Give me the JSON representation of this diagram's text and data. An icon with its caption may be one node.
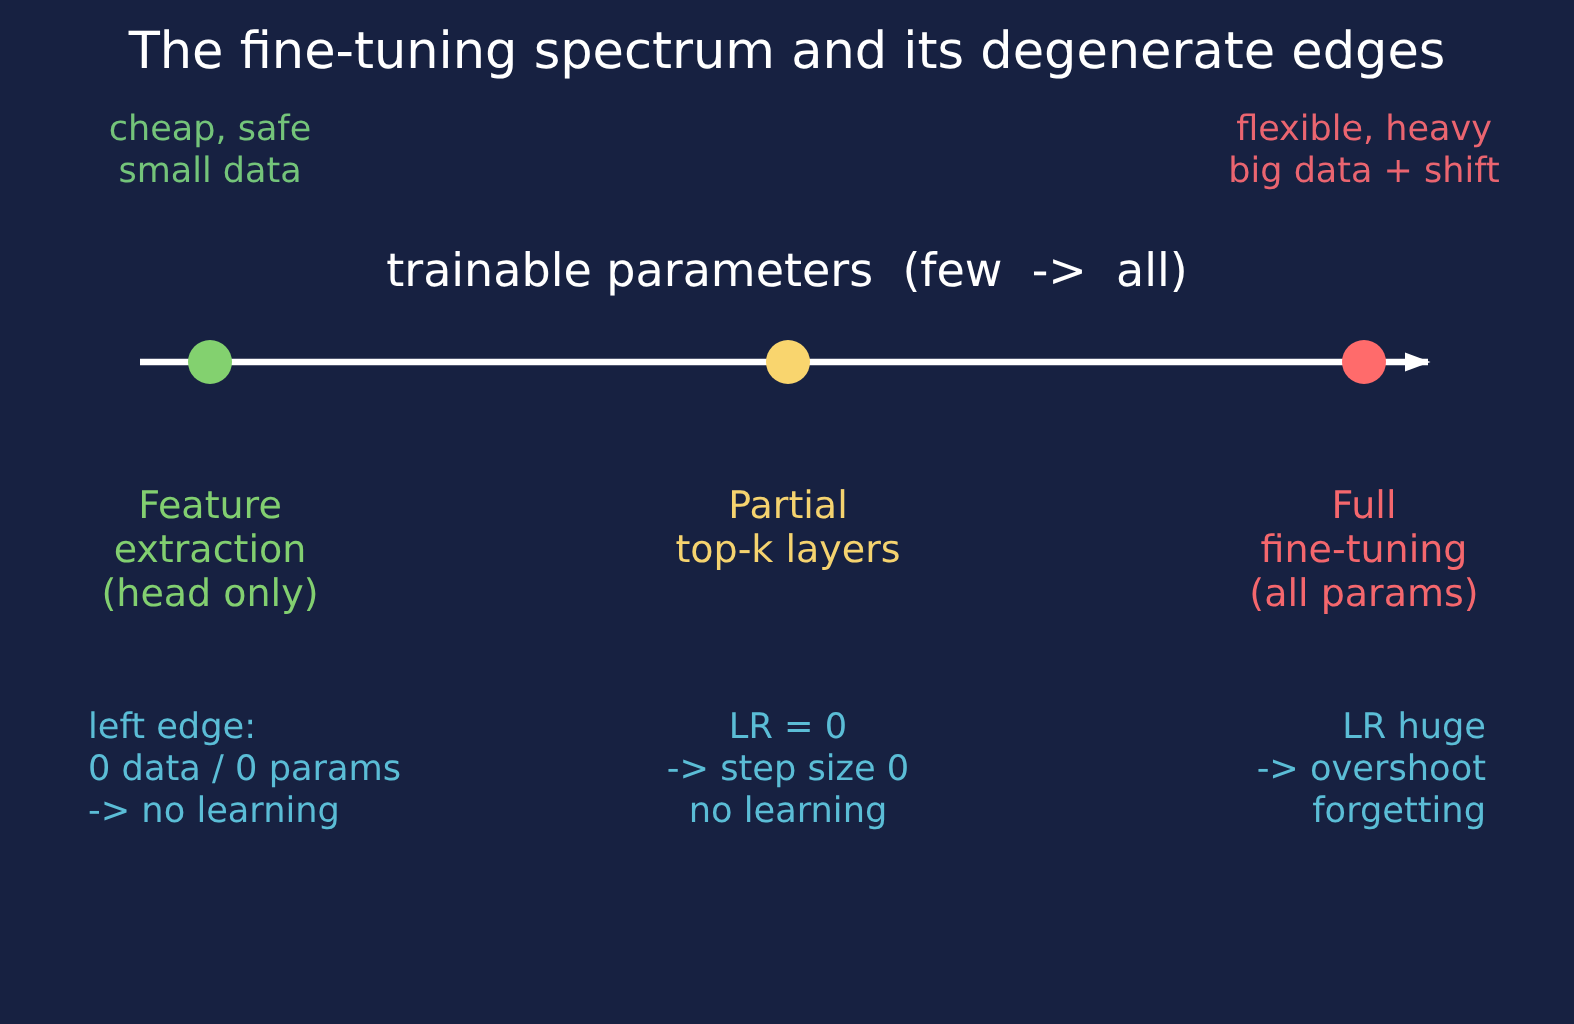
{
  "diagram": {
    "title": "The fine-tuning spectrum and its degenerate edges",
    "labels": [
      "cheap, safe small data",
      "flexible, heavy big data + shift",
      "trainable parameters  (few  ->  all)",
      "Feature extraction (head only)",
      "Partial top-k layers",
      "Full fine-tuning (all params)",
      "left edge: 0 data / 0 params -> no learning",
      "LR = 0 -> step size 0 no learning",
      "LR huge -> overshoot forgetting"
    ]
  }
}
